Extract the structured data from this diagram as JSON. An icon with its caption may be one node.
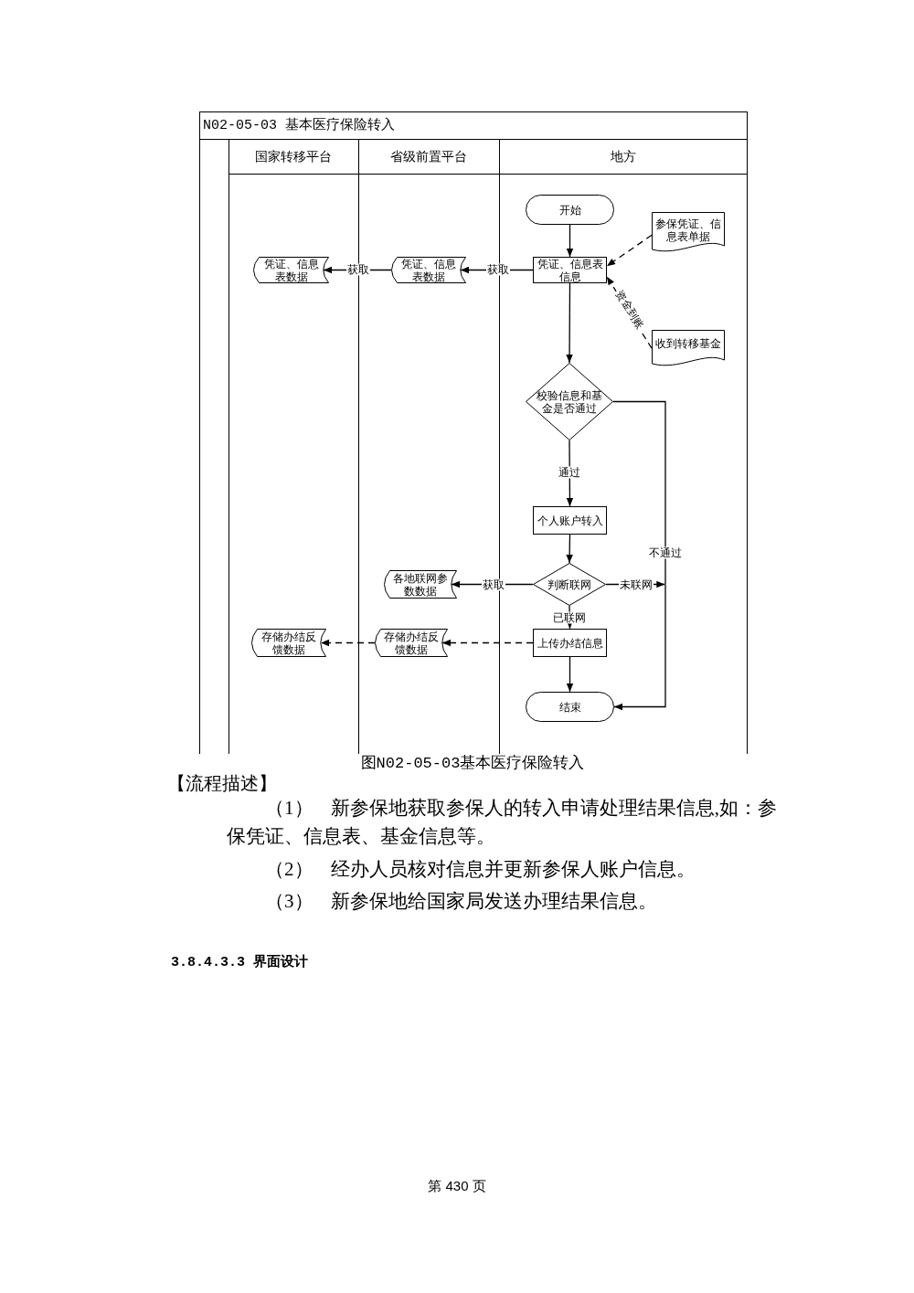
{
  "diagram": {
    "caption": "图N02-05-03基本医疗保险转入",
    "nodes": [
      {
        "text": [
          "N02-05-03 基本医疗保险转入"
        ]
      },
      {
        "text": [
          "国家转移平台"
        ],
        "in": 0
      },
      {
        "text": [
          "省级前置平台"
        ],
        "in": 0
      },
      {
        "text": [
          "地方"
        ],
        "in": 0
      },
      {
        "text": [
          "开始"
        ],
        "in": 3
      },
      {
        "text": [
          "参保凭证、信息表单据"
        ],
        "in": 3
      },
      {
        "text": [
          "凭证、信息表数据"
        ],
        "in": 1
      },
      {
        "text": [
          "凭证、信息表数据"
        ],
        "in": 2
      },
      {
        "text": [
          "凭证、信息表信息"
        ],
        "in": 3
      },
      {
        "text": [
          "收到转移基金"
        ],
        "in": 3
      },
      {
        "text": [
          "校验信息和基金是否通过"
        ],
        "in": 3
      },
      {
        "text": [
          "个人账户转入"
        ],
        "in": 3
      },
      {
        "text": [
          "各地联网参数数据"
        ],
        "in": 2
      },
      {
        "text": [
          "判断联网"
        ],
        "in": 3
      },
      {
        "text": [
          "存储办结反馈数据"
        ],
        "in": 1
      },
      {
        "text": [
          "存储办结反馈数据"
        ],
        "in": 2
      },
      {
        "text": [
          "上传办结信息"
        ],
        "in": 3
      },
      {
        "text": [
          "结束"
        ],
        "in": 3
      }
    ],
    "edges": [
      {
        "from": 4,
        "to": 8,
        "arrow": "to"
      },
      {
        "from": 5,
        "to": 8,
        "arrow": "to",
        "style": "dashed"
      },
      {
        "from": 8,
        "to": 7,
        "arrow": "to",
        "label": "获取"
      },
      {
        "from": 7,
        "to": 6,
        "arrow": "to",
        "label": "获取"
      },
      {
        "from": 9,
        "to": 8,
        "arrow": "to",
        "style": "dashed",
        "label": "资金到账"
      },
      {
        "from": 8,
        "to": 10,
        "arrow": "to"
      },
      {
        "from": 10,
        "to": 11,
        "arrow": "to",
        "label": "通过"
      },
      {
        "from": 10,
        "to": 17,
        "arrow": "to",
        "label": "不通过"
      },
      {
        "from": 11,
        "to": 13,
        "arrow": "to"
      },
      {
        "from": 13,
        "to": 12,
        "arrow": "to",
        "label": "获取"
      },
      {
        "from": 13,
        "to": 17,
        "arrow": "to",
        "label": "未联网"
      },
      {
        "from": 13,
        "to": 16,
        "arrow": "to",
        "label": "已联网"
      },
      {
        "from": 16,
        "to": 15,
        "arrow": "to",
        "style": "dashed"
      },
      {
        "from": 15,
        "to": 14,
        "arrow": "to",
        "style": "dashed"
      },
      {
        "from": 16,
        "to": 17,
        "arrow": "to"
      }
    ],
    "labels": [
      "【流程描述】",
      "（1） 新参保地获取参保人的转入申请处理结果信息,如：参保凭证、信息表、基金信息等。",
      "（2） 经办人员核对信息并更新参保人账户信息。",
      "（3） 新参保地给国家局发送办理结果信息。",
      "3.8.4.3.3 界面设计",
      "第 430 页"
    ]
  }
}
